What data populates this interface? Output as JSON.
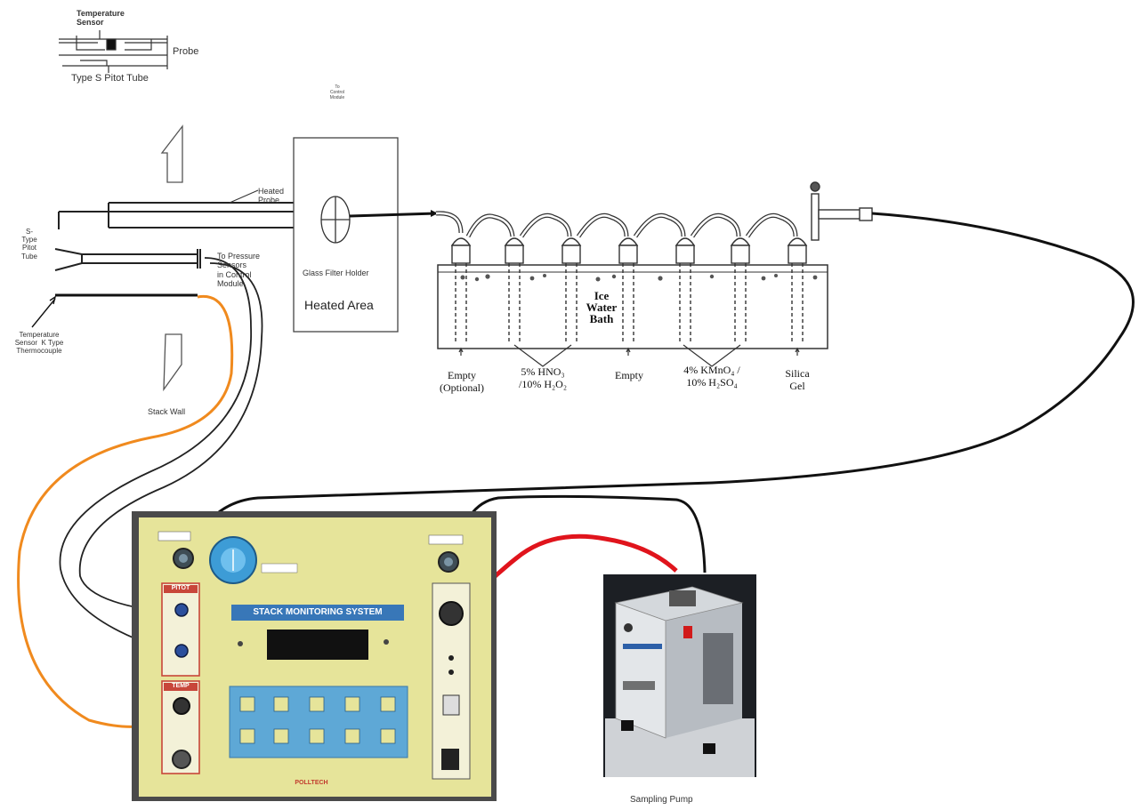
{
  "probe_detail": {
    "temp_sensor": "Temperature\nSensor",
    "probe": "Probe",
    "pitot": "Type S Pitot Tube"
  },
  "train_labels": {
    "heated_probe": "Heated\nProbe",
    "s_type_pitot": "S-\nType\nPitot\nTube",
    "to_pressure": "To Pressure\nSensors\nin Control\nModule",
    "thermocouple": "Temperature\nSensor  K Type\nThermocouple",
    "stack_wall": "Stack Wall",
    "to_control": "To\nControl\nModule",
    "filter_holder": "Glass Filter Holder",
    "heated_area": "Heated Area"
  },
  "impinger": {
    "bath": "Ice\nWater\nBath",
    "empty_opt": "Empty\n(Optional)",
    "hno3": "5% HNO₃\n/10% H₂O₂",
    "empty": "Empty",
    "kmno4": "4% KMnO₄ /\n10% H₂SO₄",
    "silica": "Silica\nGel"
  },
  "control_module": {
    "title": "STACK MONITORING SYSTEM",
    "pitot_section": "PITOT",
    "temp_section": "TEMP",
    "brand": "POLLTECH",
    "colors": {
      "panel": "#e6e49a",
      "title_bar": "#3877b8",
      "keypad": "#5ea8d6",
      "section_red": "#c8463a"
    }
  },
  "pump": {
    "caption": "Sampling Pump"
  },
  "tubing_colors": {
    "black": "#111111",
    "orange": "#f08a1e",
    "red": "#e0141c"
  }
}
